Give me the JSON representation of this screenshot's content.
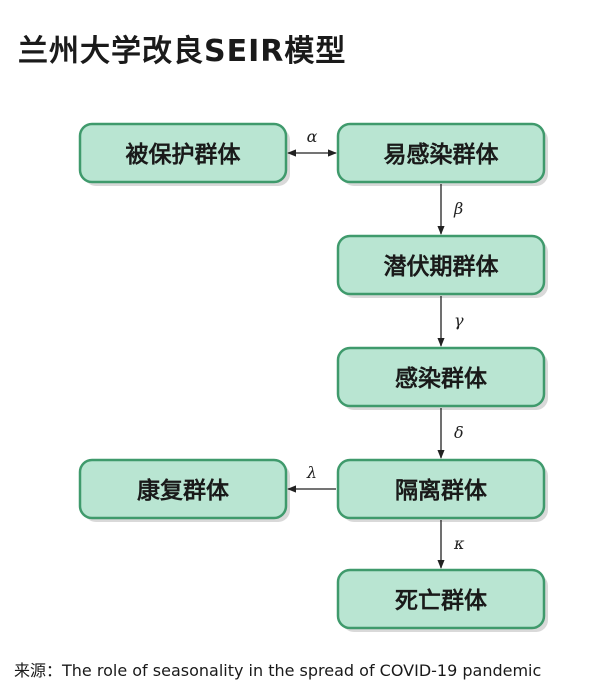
{
  "title": "兰州大学改良SEIR模型",
  "nodes": {
    "protected": "被保护群体",
    "susceptible": "易感染群体",
    "latent": "潜伏期群体",
    "infected": "感染群体",
    "quarantined": "隔离群体",
    "recovered": "康复群体",
    "dead": "死亡群体"
  },
  "edges": {
    "alpha": "α",
    "beta": "β",
    "gamma": "γ",
    "delta": "δ",
    "lambda": "λ",
    "kappa": "κ"
  },
  "source": {
    "label": "来源：",
    "text": "The role of seasonality in the spread of COVID-19 pandemic"
  }
}
